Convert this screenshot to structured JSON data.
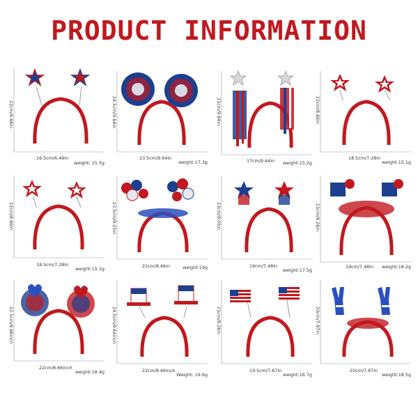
{
  "title": "PRODUCT INFORMATION",
  "colors": {
    "red": "#c0191f",
    "blue": "#1d3f8f",
    "white": "#ffffff",
    "navy": "#1b2f6e"
  },
  "products": [
    {
      "height": "22cm/8.66in",
      "width": "16.5cm/6.49in",
      "weight": "weight:  15.5g",
      "topper": "stars-flag-icon"
    },
    {
      "height": "24.5cm/9.64in",
      "width": "23.5cm/9.64in",
      "weight": "weight:17.3g",
      "topper": "tinsel-pompom-icon"
    },
    {
      "height": "21cm/9.84in",
      "width": "17cm/9.64in",
      "weight": "weight:15.2g",
      "topper": "silver-star-tinsel-icon"
    },
    {
      "height": "22cm/8.66in",
      "width": "18.5cm/7.28in",
      "weight": "weight:15.1g",
      "topper": "red-star-icon"
    },
    {
      "height": "22cm/8.66in",
      "width": "18.5cm/7.28in",
      "weight": "weight:15.1g",
      "topper": "red-star-icon"
    },
    {
      "height": "23.5cm/9.25in",
      "width": "22cm/8.66in",
      "weight": "weight:19g",
      "topper": "balloon-cluster-icon"
    },
    {
      "height": "23cm/9.05in",
      "width": "19cm/7.48in",
      "weight": "weight:17.5g",
      "topper": "flag-star-pompom-icon"
    },
    {
      "height": "21cm/8.26in",
      "width": "19cm/7.48in",
      "weight": "weight:18.2g",
      "topper": "usa-heart-sign-icon"
    },
    {
      "height": "22.5cm/8.86inch",
      "width": "22cm/8.66inch",
      "weight": "weight:18.4g",
      "topper": "heart-tinsel-icon"
    },
    {
      "height": "24.5cm/9.64inch",
      "width": "22cm/8.66inch",
      "weight": "Weight: 19.6g",
      "topper": "uncle-sam-hat-icon"
    },
    {
      "height": "21cm/8.26in",
      "width": "19.5cm/7.67in",
      "weight": "weight:16.7g",
      "topper": "american-flag-icon"
    },
    {
      "height": "20cm/7.87in",
      "width": "20cm/7.87in",
      "weight": "weight:18.5g",
      "topper": "peace-hand-icon"
    }
  ]
}
